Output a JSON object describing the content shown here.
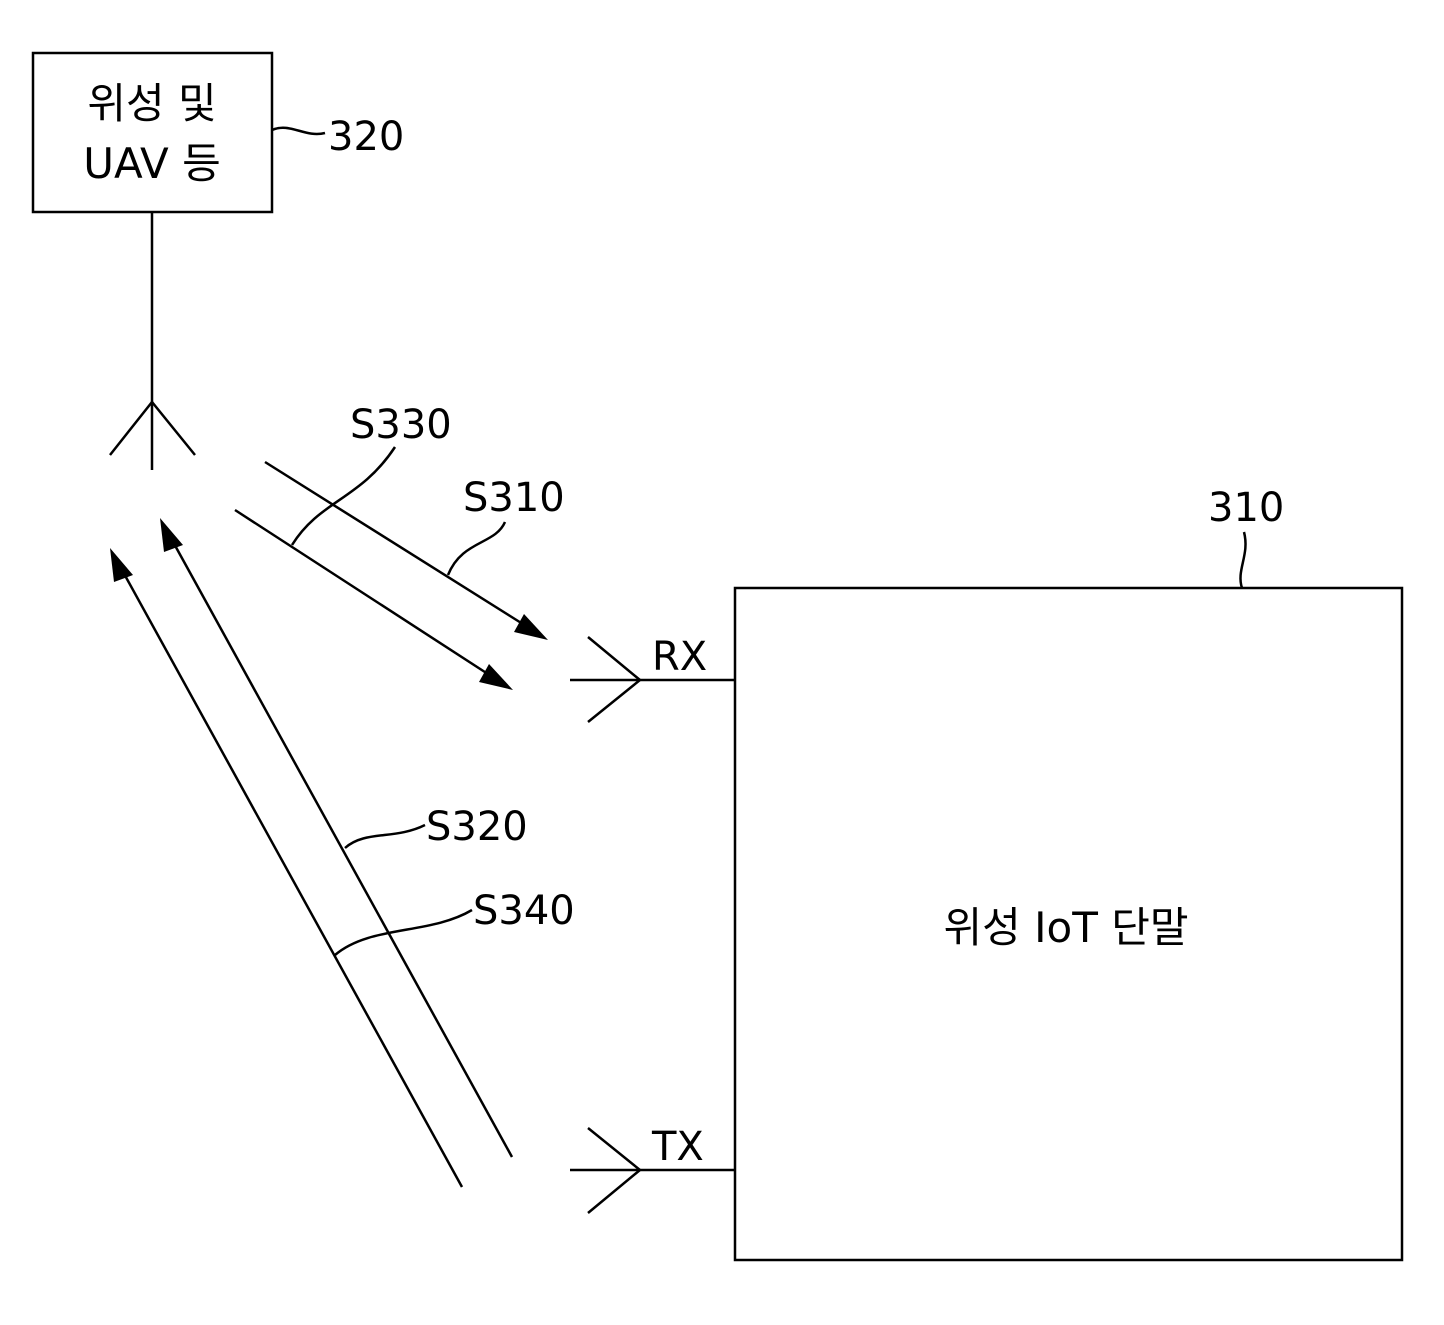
{
  "node_320": {
    "line1": "위성 및",
    "line2": "UAV 등",
    "ref": "320"
  },
  "node_310": {
    "label": "위성 IoT 단말",
    "ref": "310"
  },
  "ports": {
    "rx": "RX",
    "tx": "TX"
  },
  "signals": {
    "s310": "S310",
    "s320": "S320",
    "s330": "S330",
    "s340": "S340"
  }
}
